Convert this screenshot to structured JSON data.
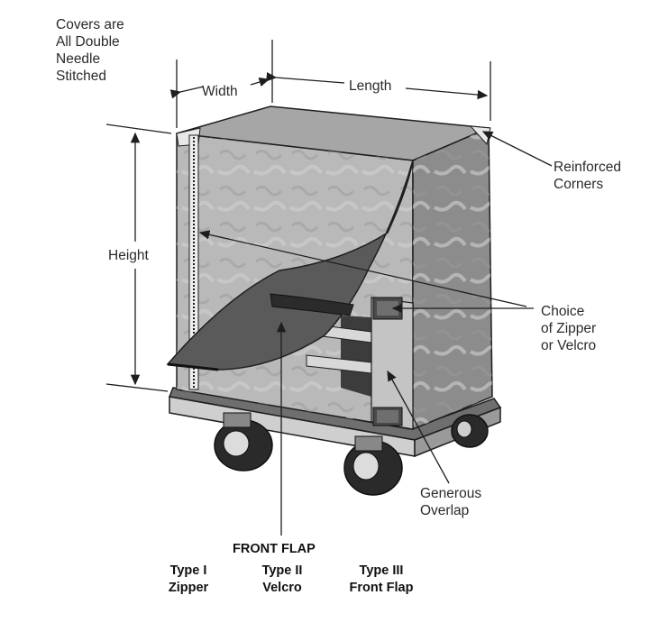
{
  "labels": {
    "covers": [
      "Covers are",
      "All Double",
      "Needle",
      "Stitched"
    ],
    "width": "Width",
    "length": "Length",
    "height": "Height",
    "reinforced": [
      "Reinforced",
      "Corners"
    ],
    "closure": [
      "Choice",
      "of Zipper",
      "or Velcro"
    ],
    "overlap": [
      "Generous",
      "Overlap"
    ],
    "front_flap": "FRONT FLAP",
    "types": [
      {
        "title": "Type I",
        "sub": "Zipper"
      },
      {
        "title": "Type II",
        "sub": "Velcro"
      },
      {
        "title": "Type III",
        "sub": "Front Flap"
      }
    ]
  },
  "colors": {
    "ink": "#1e1e1e",
    "cover_front": "#b9b9b9",
    "cover_side": "#8c8c8c",
    "cover_top": "#a6a6a6",
    "flap": "#5a5a5a",
    "shadow": "#3c3c3c"
  },
  "icons": [
    "cart-cover-illustration",
    "caster-wheel-icon",
    "zipper-strip-icon",
    "velcro-patch-icon"
  ]
}
